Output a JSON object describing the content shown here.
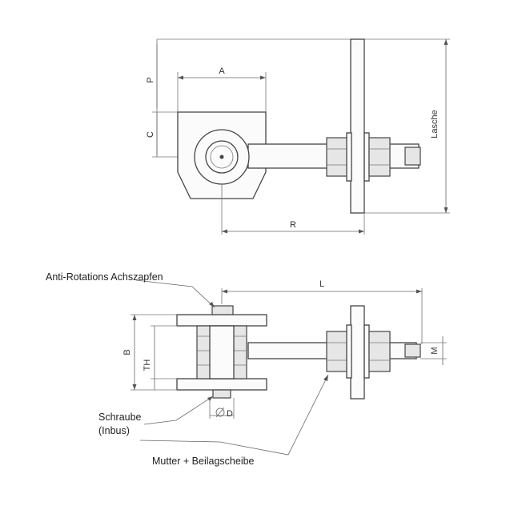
{
  "top_view": {
    "dims": {
      "P": "P",
      "A": "A",
      "C": "C",
      "R": "R",
      "lasche": "Lasche"
    }
  },
  "bottom_view": {
    "dims": {
      "L": "L",
      "B": "B",
      "TH": "TH",
      "D": "D",
      "M": "M"
    },
    "callouts": {
      "anti_rotation": "Anti-Rotations Achszapfen",
      "screw_line1": "Schraube",
      "screw_line2": "(Inbus)",
      "nut_washer": "Mutter + Beilagscheibe"
    }
  }
}
